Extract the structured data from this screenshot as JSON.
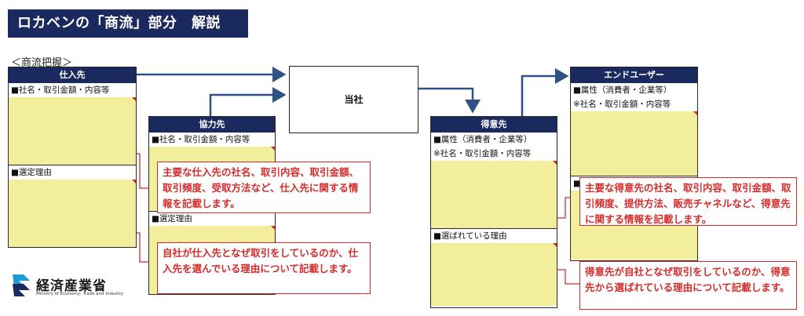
{
  "title": "ロカベンの「商流」部分　解説",
  "subheading": "＜商流把握＞",
  "center_entity": "当社",
  "cards": {
    "supplier": {
      "title": "仕入先",
      "sections": [
        "■社名・取引金額・内容等",
        "■選定理由"
      ]
    },
    "partner": {
      "title": "協力先",
      "sections": [
        "■社名・取引金額・内容等",
        "■選定理由"
      ]
    },
    "customer": {
      "title": "得意先",
      "sections": [
        "■属性（消費者・企業等）",
        "※社名・取引金額・内容等",
        "■選ばれている理由"
      ]
    },
    "end_user": {
      "title": "エンドユーザー",
      "sections": [
        "■属性（消費者・企業等）",
        "※社名・取引金額・内容等",
        "■"
      ]
    }
  },
  "callouts": {
    "supplier_info": "主要な仕入先の社名、取引内容、取引金額、取引頻度、受取方法など、仕入先に関する情報を記載します。",
    "supplier_reason": "自社が仕入先となぜ取引をしているのか、仕入先を選んでいる理由について記載します。",
    "customer_info": "主要な得意先の社名、取引内容、取引金額、取引頻度、提供方法、販売チャネルなど、得意先に関する情報を記載します。",
    "customer_reason": "得意先が自社となぜ取引をしているのか、得意先から選ばれている理由について記載します。"
  },
  "logo": {
    "name": "経済産業省",
    "subtitle": "Ministry of Economy, Trade and Industry"
  },
  "colors": {
    "navy": "#1b2a5e",
    "red": "#d62b2b",
    "yellow": "#f2ee9c",
    "arrow": "#2e5284"
  }
}
